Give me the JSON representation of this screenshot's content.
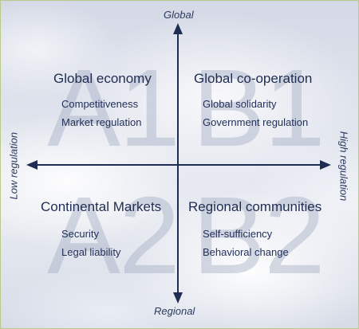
{
  "axes": {
    "top": "Global",
    "bottom": "Regional",
    "left": "Low regulation",
    "right": "High regulation"
  },
  "quadrants": {
    "top_left": {
      "code": "A1",
      "title": "Global economy",
      "items": [
        "Competitiveness",
        "Market regulation"
      ]
    },
    "top_right": {
      "code": "B1",
      "title": "Global co-operation",
      "items": [
        "Global solidarity",
        "Government regulation"
      ]
    },
    "bottom_left": {
      "code": "A2",
      "title": "Continental Markets",
      "items": [
        "Security",
        "Legal liability"
      ]
    },
    "bottom_right": {
      "code": "B2",
      "title": "Regional communities",
      "items": [
        "Self-sufficiency",
        "Behavioral change"
      ]
    }
  },
  "colors": {
    "axis": "#1f2d52",
    "text": "#1f2d52",
    "watermark": "#a0aac0",
    "border": "#b9c98a"
  }
}
